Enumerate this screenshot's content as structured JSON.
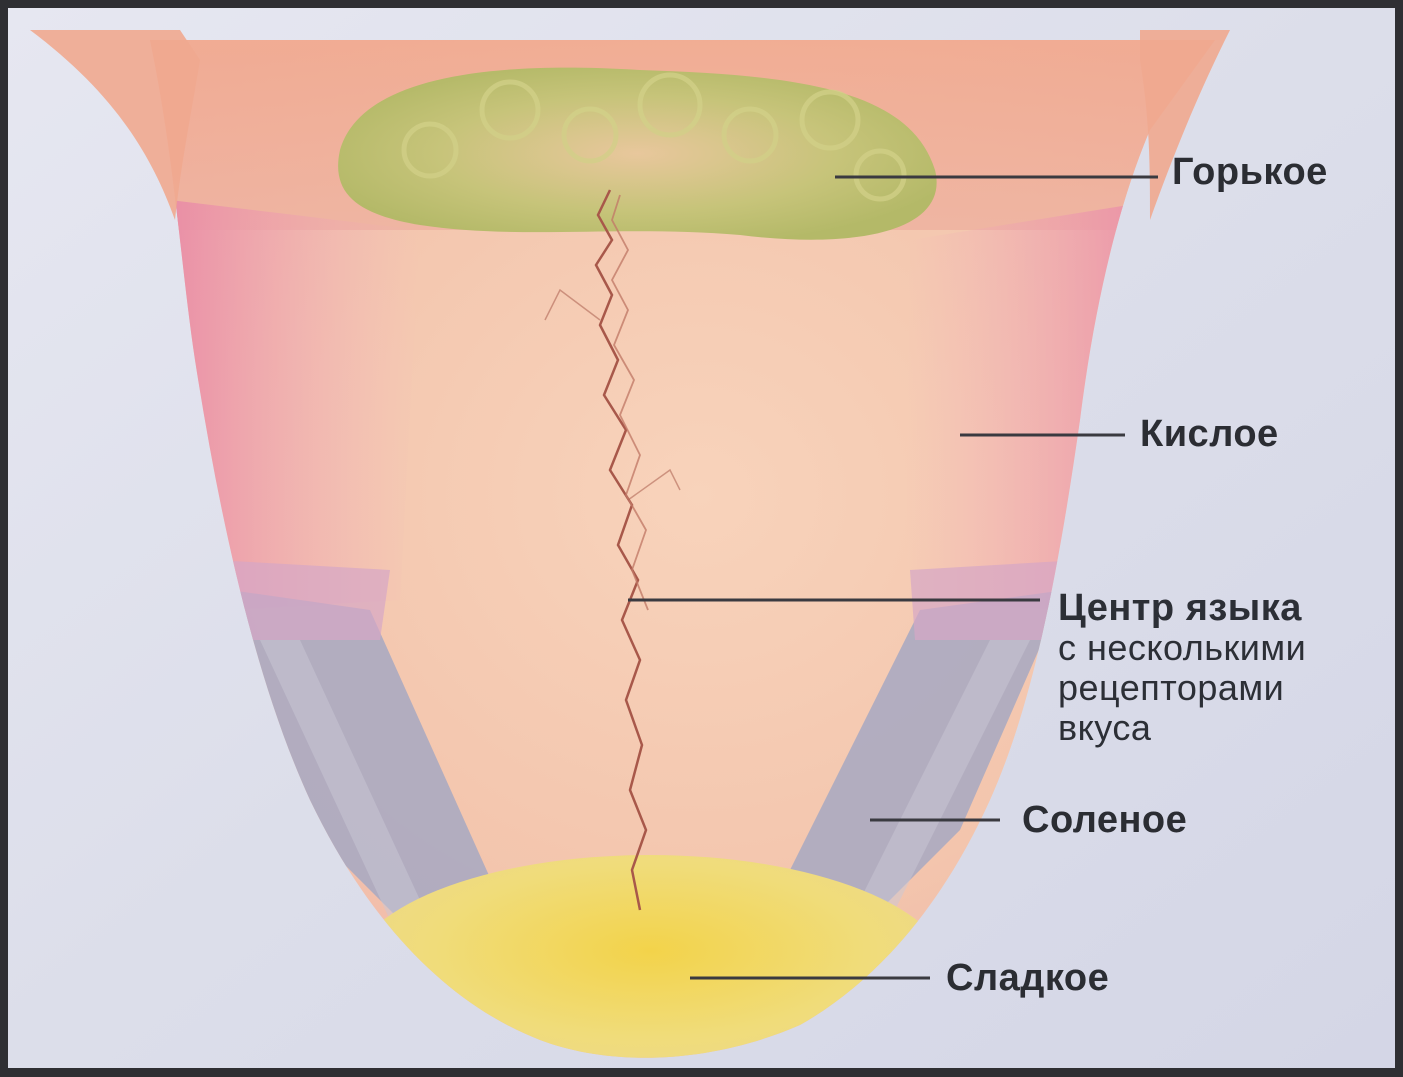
{
  "diagram": {
    "colors": {
      "background": "#dcdeea",
      "bitter": "#b9bd6c",
      "sour": "#ec9cb0",
      "salty": "#a4a6bd",
      "sweet": "#efd25e",
      "center": "#f4c9ae",
      "leader_line": "#3a3a40"
    },
    "labels": {
      "bitter": "Горькое",
      "sour": "Кислое",
      "center_line1": "Центр языка",
      "center_line2": "с несколькими",
      "center_line3": "рецепторами",
      "center_line4": "вкуса",
      "salty": "Соленое",
      "sweet": "Сладкое"
    }
  }
}
